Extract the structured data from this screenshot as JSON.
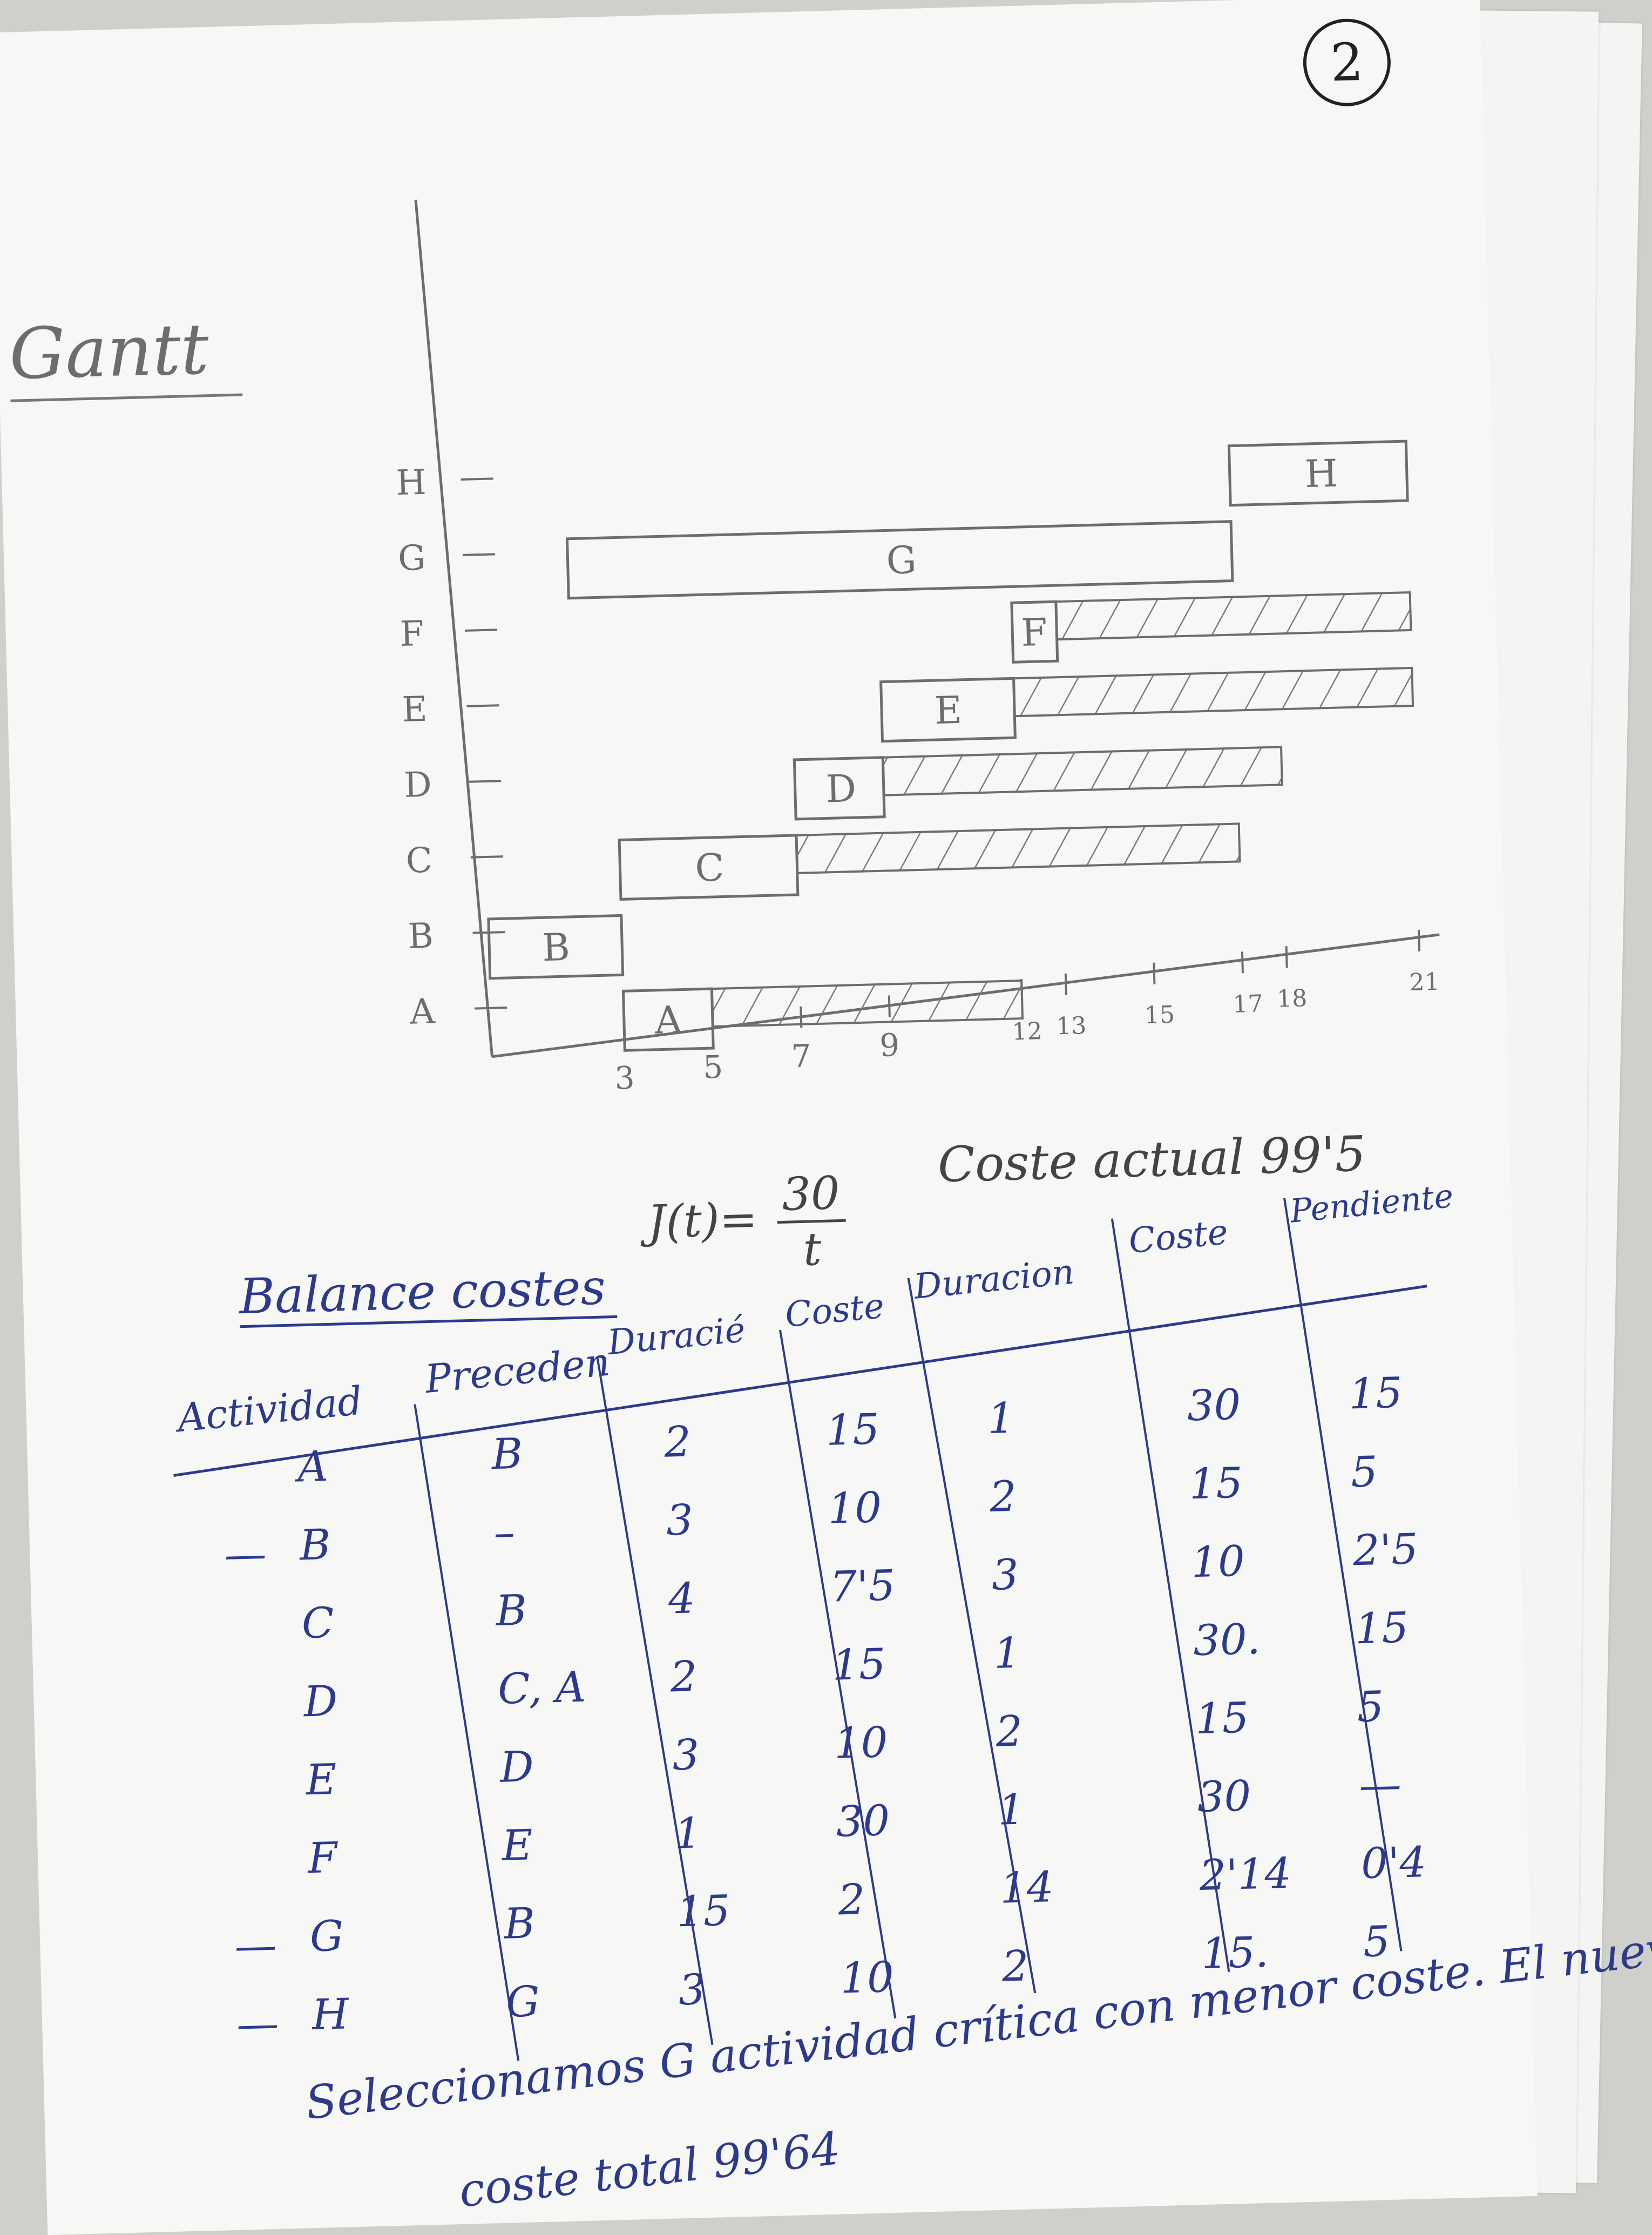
{
  "page_number": "2",
  "gantt": {
    "title": "Gantt",
    "activity_labels": [
      "A",
      "B",
      "C",
      "D",
      "E",
      "F",
      "G",
      "H"
    ],
    "tick_labels": [
      "3",
      "5",
      "7",
      "9",
      "12",
      "13",
      "15",
      "17",
      "18",
      "21"
    ],
    "bars": [
      {
        "activity": "A",
        "label": "A",
        "start": 3,
        "end": 5
      },
      {
        "activity": "B",
        "label": "B",
        "start": 0,
        "end": 3
      },
      {
        "activity": "C",
        "label": "C",
        "start": 3,
        "end": 7
      },
      {
        "activity": "D",
        "label": "D",
        "start": 7,
        "end": 9
      },
      {
        "activity": "E",
        "label": "E",
        "start": 9,
        "end": 12
      },
      {
        "activity": "F",
        "label": "F",
        "start": 12,
        "end": 13
      },
      {
        "activity": "G",
        "label": "G",
        "start": 2,
        "end": 17
      },
      {
        "activity": "H",
        "label": "H",
        "start": 17,
        "end": 21
      }
    ],
    "slack": [
      {
        "activity": "A",
        "start": 5,
        "end": 12
      },
      {
        "activity": "C",
        "start": 7,
        "end": 17
      },
      {
        "activity": "D",
        "start": 9,
        "end": 18
      },
      {
        "activity": "E",
        "start": 12,
        "end": 21
      },
      {
        "activity": "F",
        "start": 13,
        "end": 21
      }
    ]
  },
  "formula": {
    "lhs": "J(t)=",
    "numerator": "30",
    "denominator": "t"
  },
  "current_cost": "Coste actual 99'5",
  "balance_title": "Balance costes",
  "table": {
    "headers": [
      "Actividad",
      "Preceden",
      "Duracié",
      "Coste",
      "Duracion",
      "Coste",
      "Pendiente"
    ],
    "rows": [
      {
        "mark": "",
        "act": "A",
        "pre": "B",
        "dur": "2",
        "cost": "15",
        "dur2": "1",
        "cost2": "30",
        "slope": "15"
      },
      {
        "mark": "—",
        "act": "B",
        "pre": "–",
        "dur": "3",
        "cost": "10",
        "dur2": "2",
        "cost2": "15",
        "slope": "5"
      },
      {
        "mark": "",
        "act": "C",
        "pre": "B",
        "dur": "4",
        "cost": "7'5",
        "dur2": "3",
        "cost2": "10",
        "slope": "2'5"
      },
      {
        "mark": "",
        "act": "D",
        "pre": "C, A",
        "dur": "2",
        "cost": "15",
        "dur2": "1",
        "cost2": "30.",
        "slope": "15"
      },
      {
        "mark": "",
        "act": "E",
        "pre": "D",
        "dur": "3",
        "cost": "10",
        "dur2": "2",
        "cost2": "15",
        "slope": "5"
      },
      {
        "mark": "",
        "act": "F",
        "pre": "E",
        "dur": "1",
        "cost": "30",
        "dur2": "1",
        "cost2": "30",
        "slope": "—"
      },
      {
        "mark": "—",
        "act": "G",
        "pre": "B",
        "dur": "15",
        "cost": "2",
        "dur2": "14",
        "cost2": "2'14",
        "slope": "0'4"
      },
      {
        "mark": "—",
        "act": "H",
        "pre": "G",
        "dur": "3",
        "cost": "10",
        "dur2": "2",
        "cost2": "15.",
        "slope": "5"
      }
    ]
  },
  "footer": {
    "line1": "Seleccionamos G actividad crítica con menor coste. El nuevo",
    "line2": "coste total 99'64"
  }
}
